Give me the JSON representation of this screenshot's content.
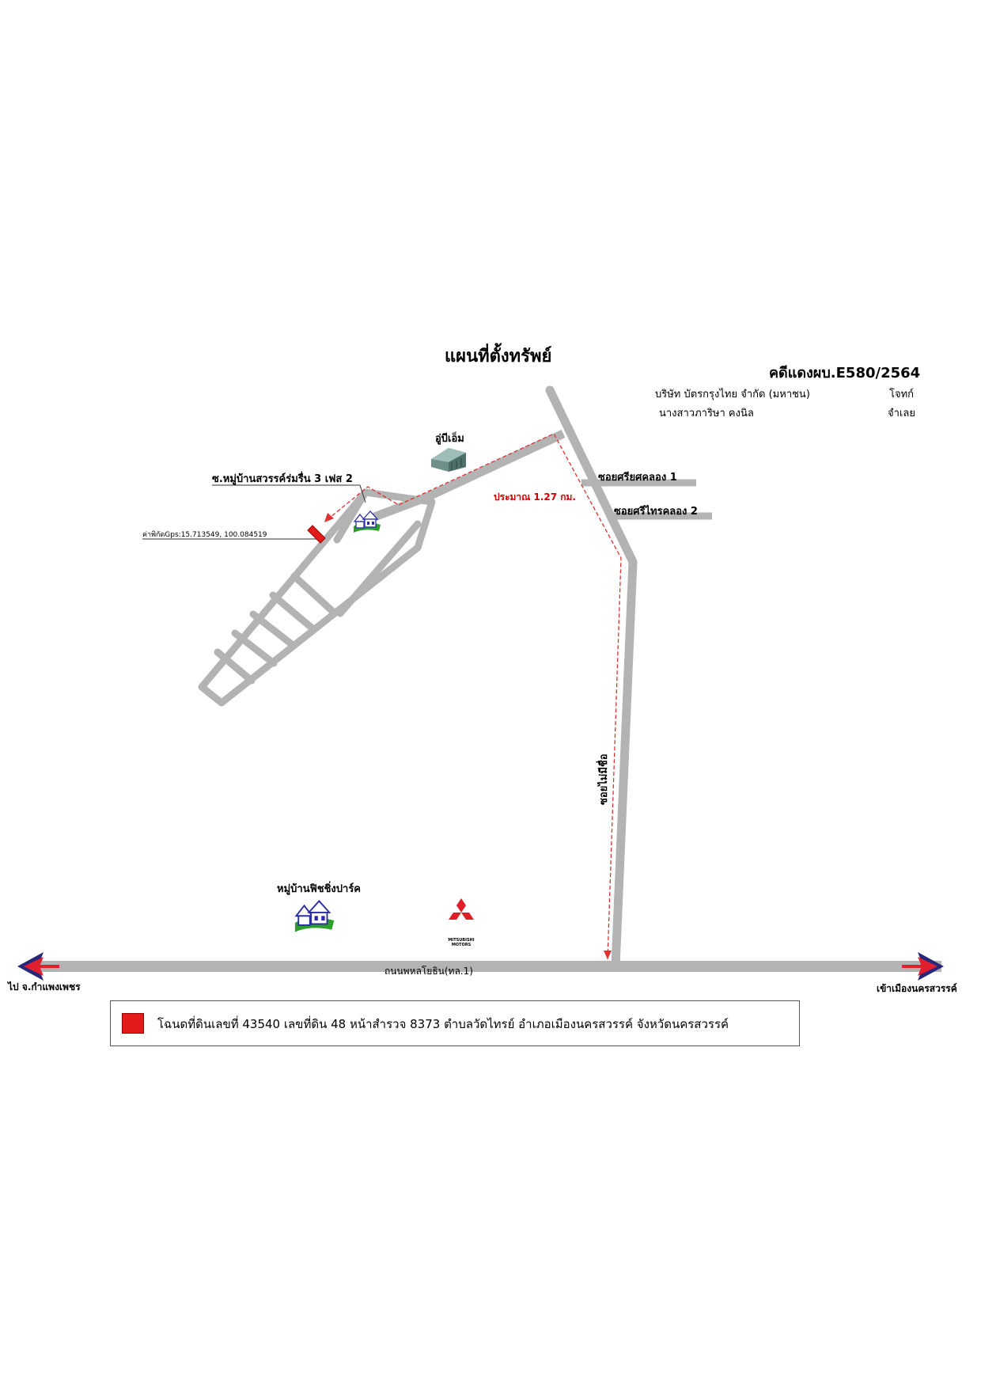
{
  "header": {
    "title": "แผนที่ตั้งทรัพย์",
    "case_number": "คดีแดงผบ.E580/2564"
  },
  "parties": [
    {
      "name": "บริษัท บัตรกรุงไทย จำกัด (มหาชน)",
      "role": "โจทก์"
    },
    {
      "name": "นางสาวภาริษา คงนิล",
      "role": "จำเลย"
    }
  ],
  "labels": {
    "garage": "อู่บีเอ็ม",
    "village_road": "ซ.หมู่บ้านสวรรค์ร่มรื่น 3 เฟส 2",
    "coordinates": "ค่าพิกัดGps:15.713549, 100.084519",
    "distance": "ประมาณ 1.27 กม.",
    "soi_1": "ซอยศรียศคลอง 1",
    "soi_2": "ซอยศรีไทรคลอง 2",
    "unnamed_soi": "ซอยไม่มีชื่อ",
    "fishing_park": "หมู่บ้านฟิชชิ่งปาร์ค",
    "main_road": "ถนนพหลโยธิน(ทล.1)",
    "left_direction": "ไป จ.กำแพงเพชร",
    "right_direction": "เข้าเมืองนครสวรรค์",
    "mitsubishi_text": "MITSUBISHI MOTORS"
  },
  "legend": {
    "text": "โฉนดที่ดินเลขที่ 43540 เลขที่ดิน 48 หน้าสำรวจ 8373 ตำบลวัดไทรย์ อำเภอเมืองนครสวรรค์ จังหวัดนครสวรรค์"
  },
  "colors": {
    "road": "#b3b3b3",
    "route": "#e03030",
    "property": "#e31b1b",
    "arrow_blue": "#27287a",
    "arrow_red": "#e0202e",
    "house_green": "#2aa02a",
    "house_blue": "#2c2ca8",
    "mitsubishi_red": "#e01e28"
  },
  "icons": [
    "house-icon",
    "warehouse-icon",
    "mitsubishi-logo",
    "arrow-left-icon",
    "arrow-right-icon",
    "property-marker"
  ]
}
